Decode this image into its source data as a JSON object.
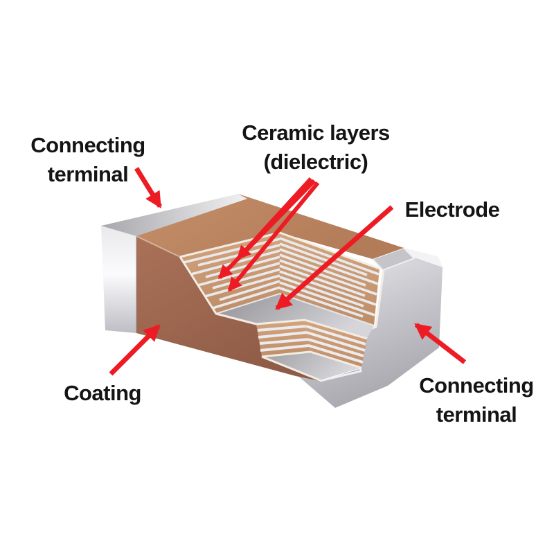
{
  "labels": {
    "connecting_terminal_top": {
      "line1": "Connecting",
      "line2": "terminal"
    },
    "ceramic_layers": {
      "line1": "Ceramic layers",
      "line2": "(dielectric)"
    },
    "electrode": {
      "text": "Electrode"
    },
    "coating": {
      "text": "Coating"
    },
    "connecting_terminal_bottom": {
      "line1": "Connecting",
      "line2": "terminal"
    }
  },
  "colors": {
    "background": "#ffffff",
    "label_text": "#141414",
    "arrow_red": "#ed1c24",
    "coating_brown": "#9a6450",
    "top_face_tan": "#bf8a65",
    "ceramic_cross_section": "#c99a75",
    "ceramic_layer_stripe": "#e9e9ec",
    "electrode_floor_gray": "#b4b4b8",
    "terminal_silver": "#d5d5da"
  }
}
